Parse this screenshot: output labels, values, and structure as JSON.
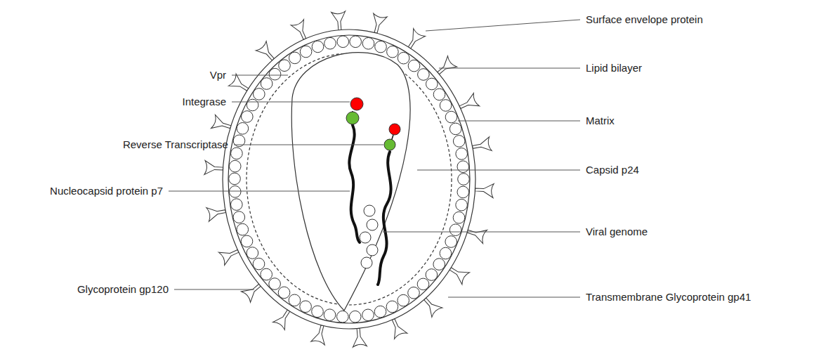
{
  "diagram": {
    "labels": [
      "Surface envelope protein",
      "Vpr",
      "Lipid bilayer",
      "Integrase",
      "Matrix",
      "Reverse Transcriptase",
      "Capsid p24",
      "Nucleocapsid protein p7",
      "Viral genome",
      "Glycoprotein gp120",
      "Transmembrane Glycoprotein gp41"
    ]
  }
}
